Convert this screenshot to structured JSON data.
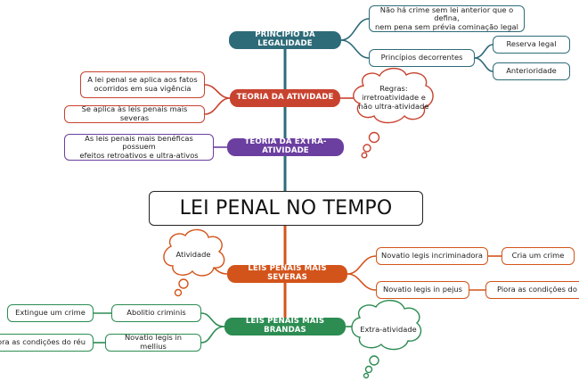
{
  "colors": {
    "teal": "#2e6b79",
    "red": "#c8432f",
    "purple": "#6b3fa0",
    "orange": "#d3541b",
    "green": "#2c8c52",
    "spine_top": "#2e6b79",
    "spine_bottom": "#d3541b"
  },
  "main": {
    "title": "LEI PENAL NO TEMPO"
  },
  "topics": {
    "legalidade": "PRINCÍPIO DA LEGALIDADE",
    "atividade": "TEORIA DA ATIVIDADE",
    "extra_atividade": "TEORIA DA EXTRA-ATIVIDADE",
    "severas": "LEIS PENAIS MAIS SEVERAS",
    "brandas": "LEIS PENAIS MAIS BRANDAS"
  },
  "legalidade": {
    "nao_ha_crime_line1": "Não há crime sem lei anterior que o defina,",
    "nao_ha_crime_line2": "nem pena sem prévia cominação legal",
    "principios": "Princípios decorrentes",
    "reserva": "Reserva legal",
    "anterioridade": "Anterioridade"
  },
  "atividade": {
    "fatos_line1": "A lei penal se aplica aos fatos",
    "fatos_line2": "ocorridos em sua vigência",
    "severas": "Se aplica às leis penais mais severas",
    "regras_line1": "Regras:",
    "regras_line2": "irretroatividade e",
    "regras_line3": "não ultra-atividade"
  },
  "extra_atividade": {
    "benef_line1": "As leis penais mais benéficas possuem",
    "benef_line2": "efeitos retroativos e ultra-ativos"
  },
  "severas": {
    "cloud": "Atividade",
    "incriminadora": "Novatio legis incriminadora",
    "cria_crime": "Cria um crime",
    "in_pejus": "Novatio legis in pejus",
    "piora": "Piora as condições do"
  },
  "brandas": {
    "cloud": "Extra-atividade",
    "abolitio": "Abolitio criminis",
    "extingue": "Extingue um crime",
    "in_mellius": "Novatio legis in mellius",
    "melhora": "Melhora as condições do réu"
  }
}
